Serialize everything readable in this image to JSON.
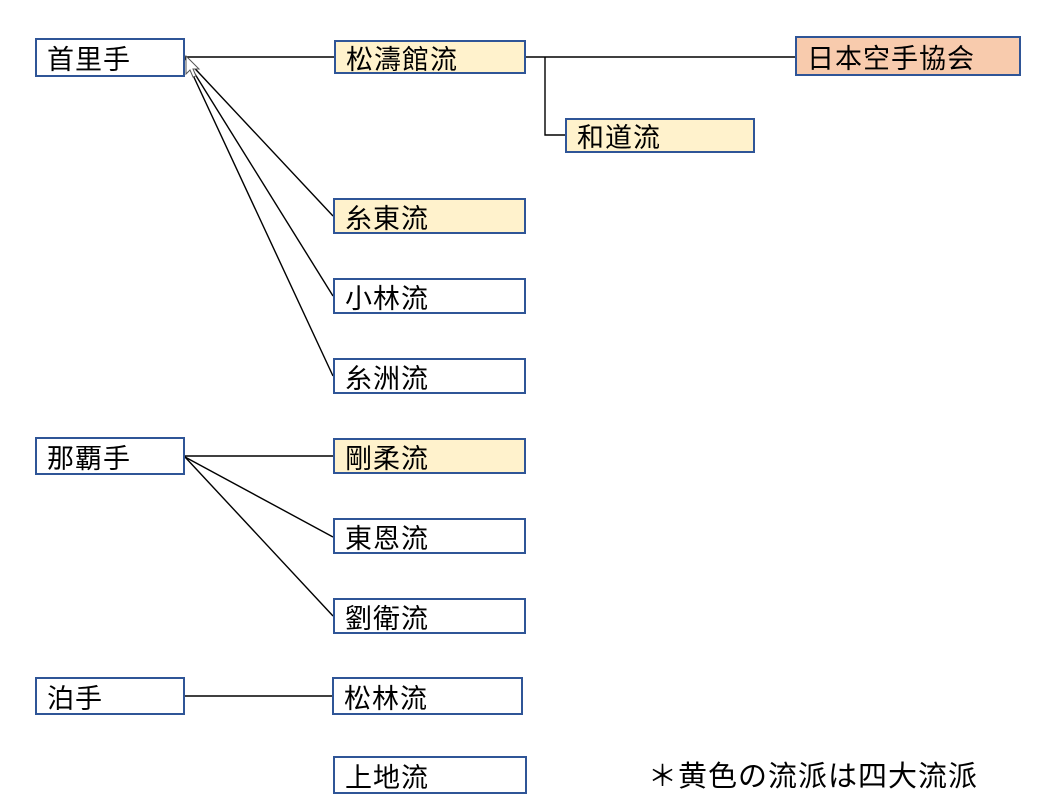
{
  "diagram": {
    "title_implicit": "karate-styles-lineage",
    "nodes": {
      "shurite": {
        "label": "首里手"
      },
      "shotokan": {
        "label": "松濤館流"
      },
      "jka": {
        "label": "日本空手協会"
      },
      "wado": {
        "label": "和道流"
      },
      "shito": {
        "label": "糸東流"
      },
      "kobayashi": {
        "label": "小林流"
      },
      "itosu": {
        "label": "糸洲流"
      },
      "nahate": {
        "label": "那覇手"
      },
      "goju": {
        "label": "剛柔流"
      },
      "toon": {
        "label": "東恩流"
      },
      "ryuei": {
        "label": "劉衛流"
      },
      "tomarite": {
        "label": "泊手"
      },
      "matsubayashi": {
        "label": "松林流"
      },
      "uechi": {
        "label": "上地流"
      }
    },
    "edges": [
      {
        "from": "首里手",
        "to": "松濤館流"
      },
      {
        "from": "松濤館流",
        "to": "日本空手協会"
      },
      {
        "from": "松濤館流",
        "to": "和道流"
      },
      {
        "from": "首里手",
        "to": "糸東流"
      },
      {
        "from": "首里手",
        "to": "小林流"
      },
      {
        "from": "首里手",
        "to": "糸洲流"
      },
      {
        "from": "那覇手",
        "to": "剛柔流"
      },
      {
        "from": "那覇手",
        "to": "東恩流"
      },
      {
        "from": "那覇手",
        "to": "劉衛流"
      },
      {
        "from": "泊手",
        "to": "松林流"
      }
    ],
    "footnote": "＊黄色の流派は四大流派",
    "colors": {
      "box_border": "#2F5597",
      "fill_white": "#FFFFFF",
      "fill_yellow": "#FFF2CC",
      "fill_pink": "#F8CBAD",
      "line": "#000000",
      "text": "#000000"
    },
    "highlight_meaning": {
      "yellow": "四大流派 (four major styles): 松濤館流, 和道流, 糸東流, 剛柔流",
      "pink": "日本空手協会"
    }
  }
}
